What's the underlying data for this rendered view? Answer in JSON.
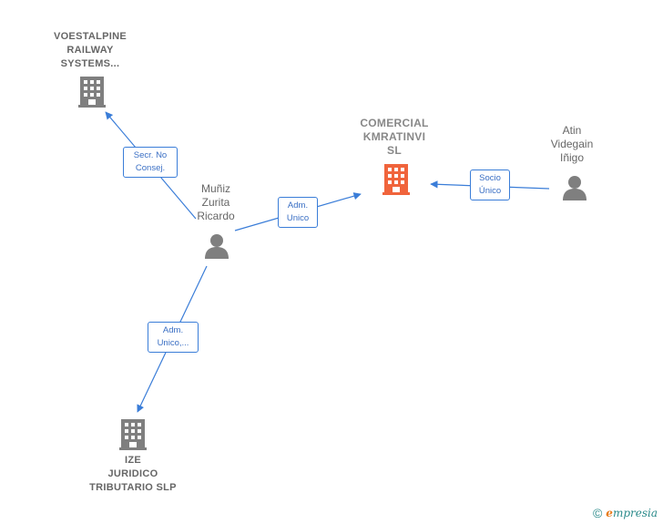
{
  "nodes": {
    "voestalpine": {
      "label": "VOESTALPINE\nRAILWAY\nSYSTEMS..."
    },
    "comercial": {
      "label": "COMERCIAL\nKMRATINVI\nSL"
    },
    "atin": {
      "label": "Atin\nVidegain\nIñigo"
    },
    "muniz": {
      "label": "Muñiz\nZurita\nRicardo"
    },
    "ize": {
      "label": "IZE\nJURIDICO\nTRIBUTARIO SLP"
    }
  },
  "edges": {
    "muniz_voestalpine": {
      "label": "Secr.  No\nConsej."
    },
    "muniz_comercial": {
      "label": "Adm.\nUnico"
    },
    "atin_comercial": {
      "label": "Socio\nÚnico"
    },
    "muniz_ize": {
      "label": "Adm.\nUnico,..."
    }
  },
  "colors": {
    "edge": "#3a7dd8",
    "company_icon": "#7f7f7f",
    "main_company_icon": "#f0643c",
    "person_icon": "#7f7f7f"
  },
  "footer": {
    "copyright_symbol": "©",
    "brand_initial": "e",
    "brand_rest": "mpresia"
  }
}
